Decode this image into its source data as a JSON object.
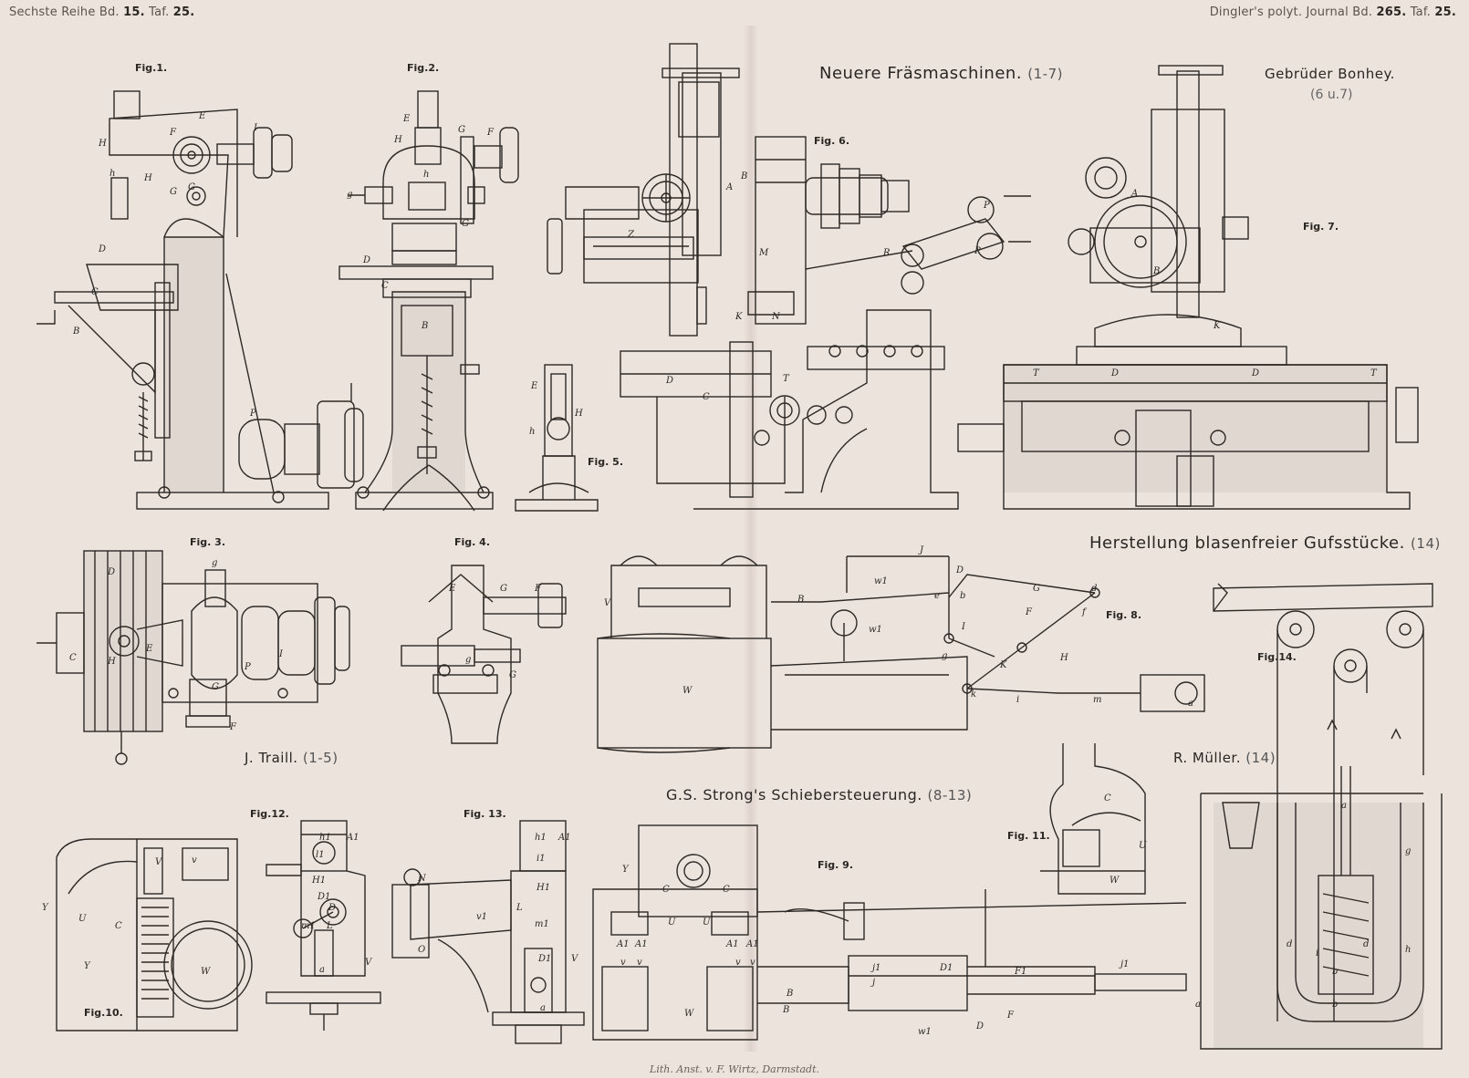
{
  "header": {
    "left_prefix": "Sechste Reihe Bd.",
    "left_vol": "15.",
    "left_taf_label": "Taf.",
    "left_taf": "25.",
    "right_prefix": "Dingler's polyt. Journal Bd.",
    "right_vol": "265.",
    "right_taf_label": "Taf.",
    "right_taf": "25."
  },
  "titles": {
    "fraesmaschinen": "Neuere Fräsmaschinen.",
    "fraesmaschinen_ref": "(1-7)",
    "bonhey": "Gebrüder Bonhey.",
    "bonhey_ref": "(6 u.7)",
    "herstellung": "Herstellung blasenfreier Gufsstücke.",
    "herstellung_ref": "(14)",
    "traill": "J. Traill.",
    "traill_ref": "(1-5)",
    "mueller": "R. Müller.",
    "mueller_ref": "(14)",
    "strong": "G.S. Strong's Schiebersteuerung.",
    "strong_ref": "(8-13)"
  },
  "figures": {
    "fig1": "Fig.1.",
    "fig2": "Fig.2.",
    "fig3": "Fig. 3.",
    "fig4": "Fig. 4.",
    "fig5": "Fig. 5.",
    "fig6": "Fig. 6.",
    "fig7": "Fig. 7.",
    "fig8": "Fig. 8.",
    "fig9": "Fig. 9.",
    "fig10": "Fig.10.",
    "fig11": "Fig. 11.",
    "fig12": "Fig.12.",
    "fig13": "Fig. 13.",
    "fig14": "Fig.14."
  },
  "imprint": "Lith. Anst. v. F. Wirtz, Darmstadt.",
  "letter_labels": {
    "fig1": [
      "E",
      "F",
      "I",
      "H",
      "h",
      "H",
      "G",
      "G",
      "D",
      "C",
      "B",
      "P"
    ],
    "fig2": [
      "E",
      "H",
      "G",
      "F",
      "h",
      "g",
      "G",
      "D",
      "C",
      "B"
    ],
    "fig3": [
      "D",
      "g",
      "C",
      "H",
      "E",
      "P",
      "I",
      "G",
      "F"
    ],
    "fig4": [
      "E",
      "G",
      "F",
      "g",
      "G"
    ],
    "fig5": [
      "E",
      "H",
      "h"
    ],
    "fig6": [
      "B",
      "A",
      "M",
      "Z",
      "R",
      "P",
      "P",
      "K",
      "N",
      "D",
      "C",
      "T"
    ],
    "fig7": [
      "A",
      "B",
      "K",
      "T",
      "D",
      "D",
      "T"
    ],
    "fig8": [
      "J",
      "D",
      "w1",
      "e",
      "b",
      "G",
      "d",
      "V",
      "B",
      "w1",
      "F",
      "f",
      "I",
      "g",
      "K",
      "H",
      "k",
      "i",
      "m",
      "a",
      "W"
    ],
    "fig9": [
      "Y",
      "C",
      "C",
      "A1",
      "A1",
      "U",
      "U",
      "A1",
      "A1",
      "v",
      "v",
      "v",
      "v",
      "W",
      "B",
      "B",
      "j1",
      "j",
      "D1",
      "F1",
      "F",
      "j1",
      "w1",
      "D",
      "a"
    ],
    "fig10": [
      "Y",
      "U",
      "C",
      "V",
      "v",
      "W",
      "Y"
    ],
    "fig11": [
      "C",
      "U",
      "W"
    ],
    "fig12": [
      "h1",
      "A1",
      "l1",
      "H1",
      "D1",
      "D",
      "m1",
      "L",
      "a",
      "V"
    ],
    "fig13": [
      "N",
      "h1",
      "A1",
      "i1",
      "H1",
      "v1",
      "L",
      "m1",
      "O",
      "D1",
      "a",
      "V"
    ],
    "fig14": [
      "a",
      "g",
      "d",
      "d",
      "i",
      "h",
      "b",
      "b"
    ]
  }
}
